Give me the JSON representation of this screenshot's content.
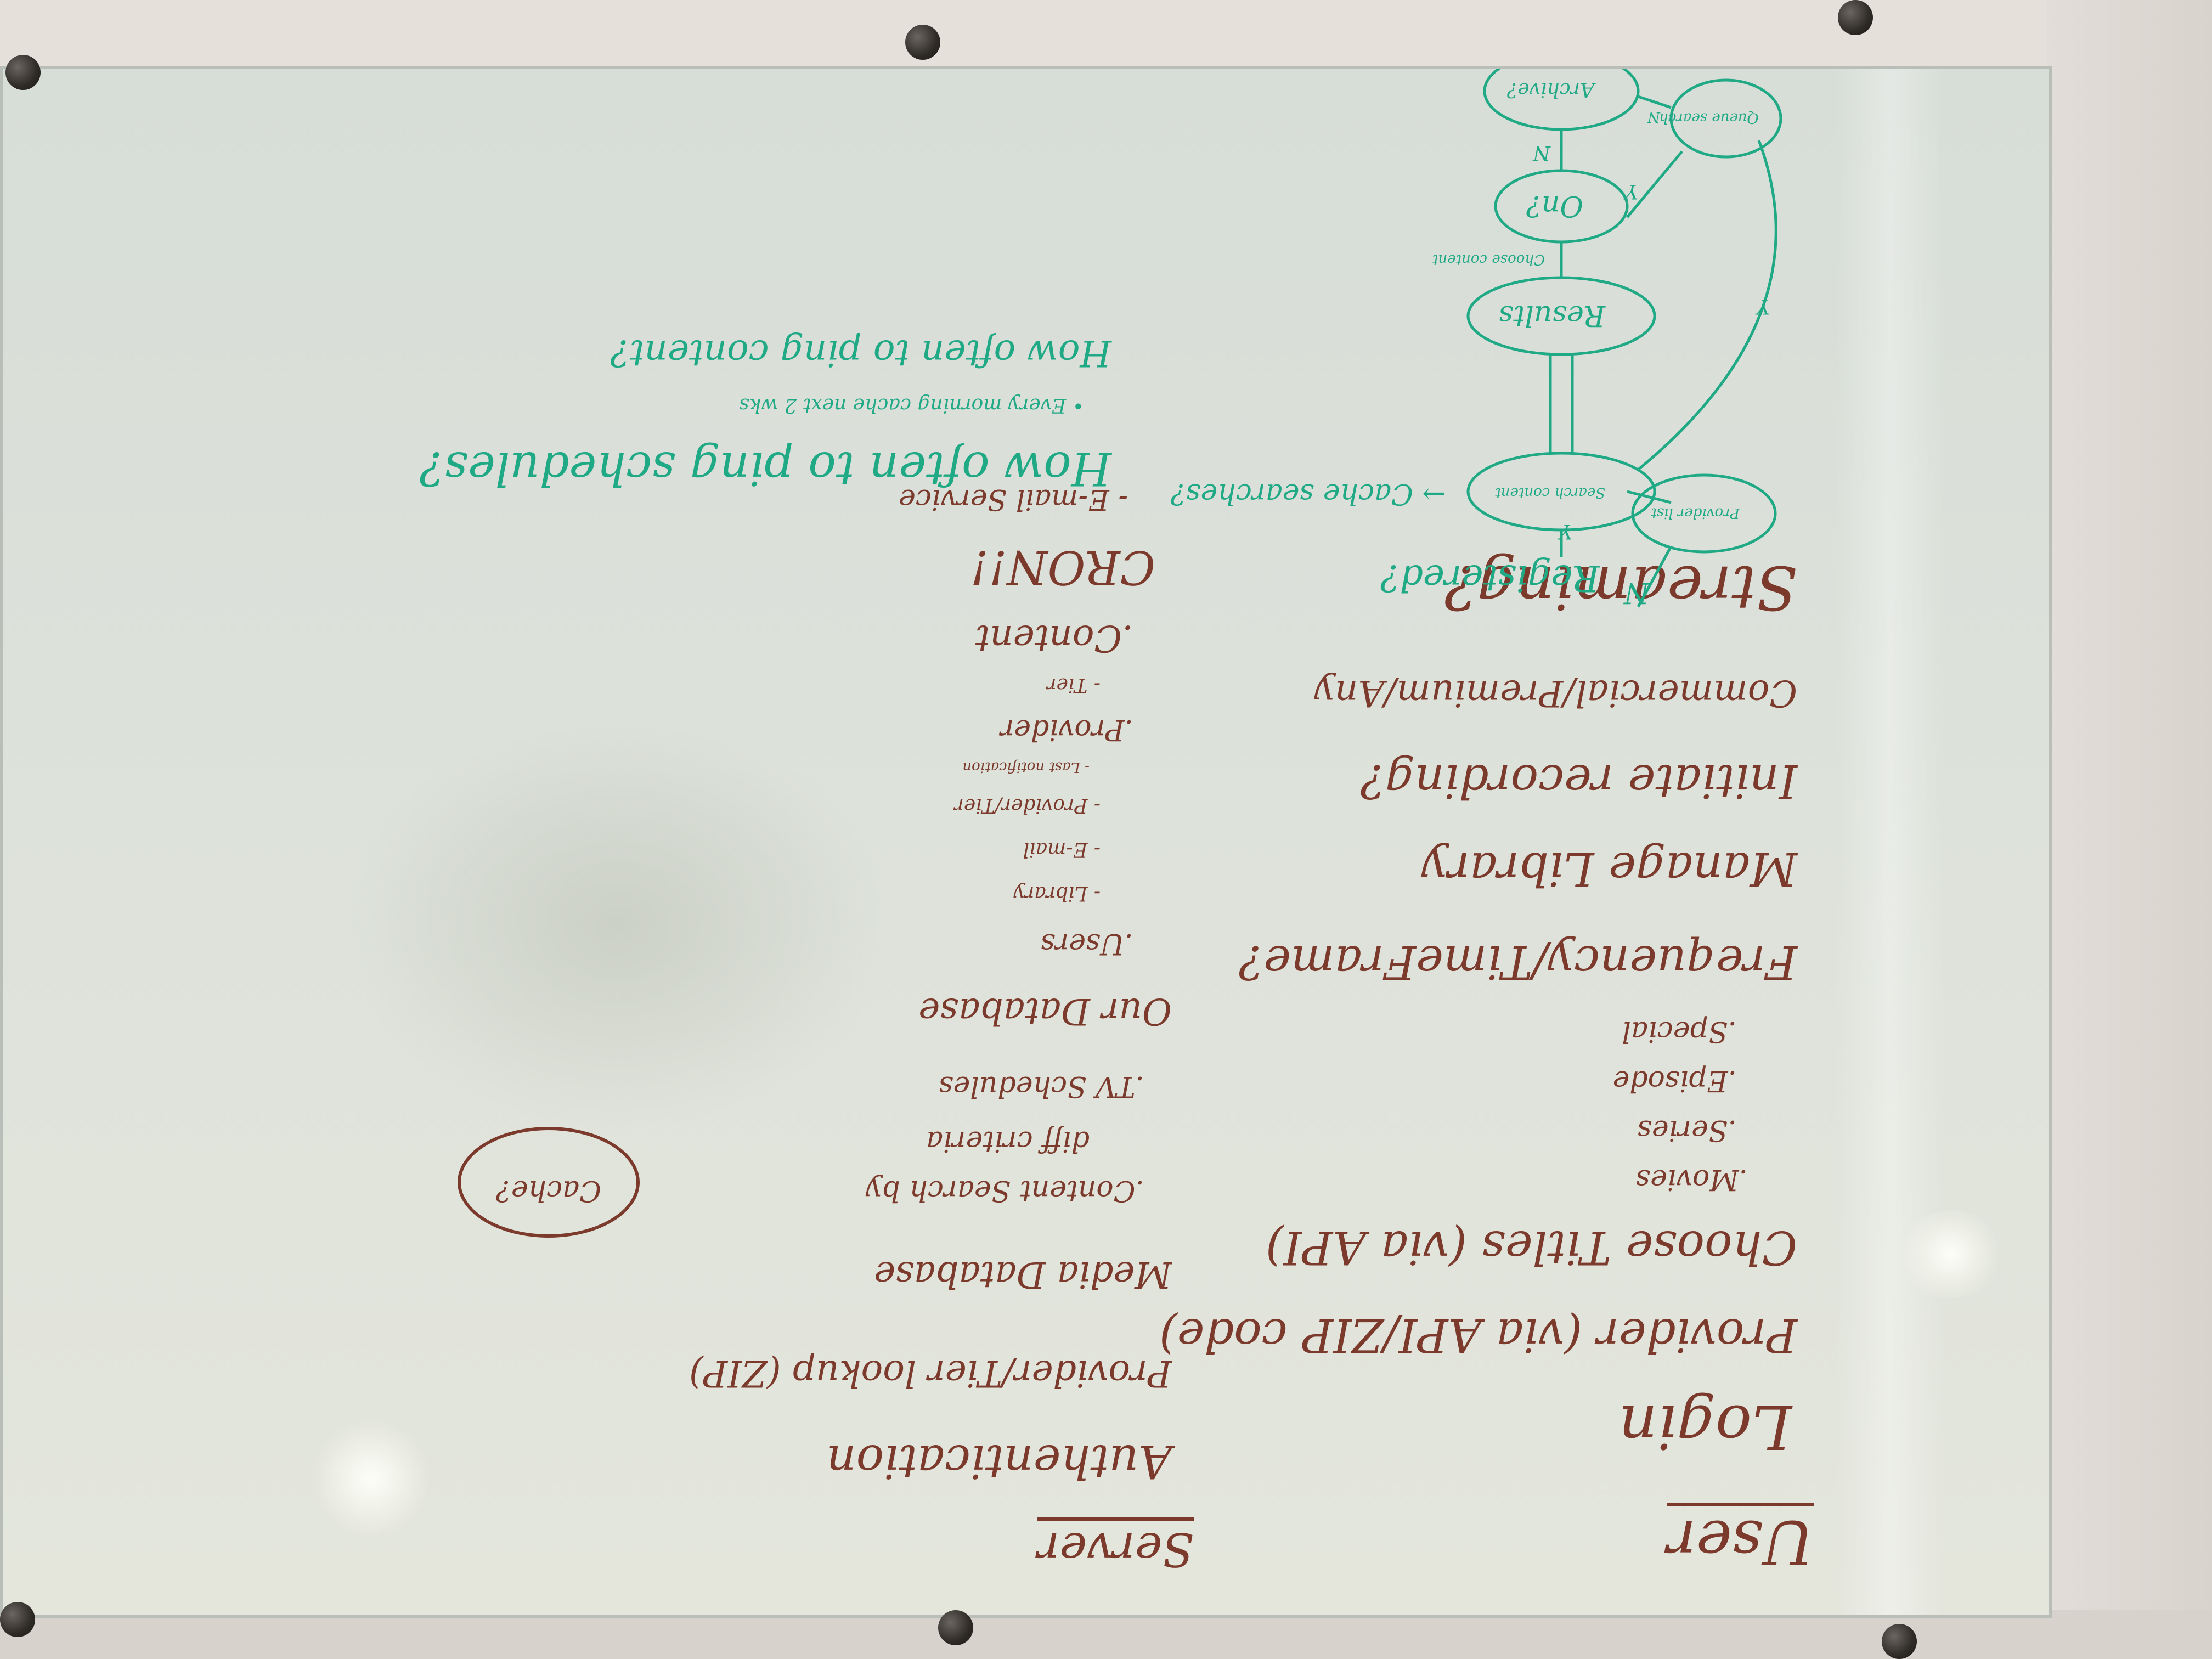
{
  "board": {
    "user_column": {
      "heading": "User",
      "lines": [
        "Login",
        "Provider (via API/ZIP code)",
        "Choose Titles (via API)",
        ".Movies",
        ".Series",
        ".Episode",
        ".Special",
        "Frequency/TimeFrame?",
        "Manage Library",
        "Initiate recording?",
        "Commercial/Premium/Any",
        "Streaming?"
      ]
    },
    "server_column": {
      "heading": "Server",
      "lines": [
        "Authentication",
        "Provider/Tier lookup (ZIP)",
        "Media Database",
        ".Content Search by",
        "diff criteria",
        ".TV Schedules",
        "Our Database",
        ".Users",
        "- Library",
        "- E-mail",
        "- Provider/Tier",
        "- Last notification",
        ".Provider",
        "- Tier",
        ".Content",
        "CRON!!",
        "- E-mail Service"
      ],
      "cache_note": "Cache?"
    },
    "green_notes": [
      "How often to ping schedules?",
      "• Every morning cache next 2 wks",
      "How often to ping content?"
    ],
    "flow": {
      "registered": "Registered?",
      "n_label": "N",
      "y_label": "Y",
      "provider_list": "Provider list",
      "search_node": "Search content",
      "cache_searches": "→ Cache searches?",
      "results": "Results",
      "choose_content": "Choose content",
      "on_node": "On?",
      "archive": "Archive?",
      "queue_search": "Queue search"
    }
  }
}
